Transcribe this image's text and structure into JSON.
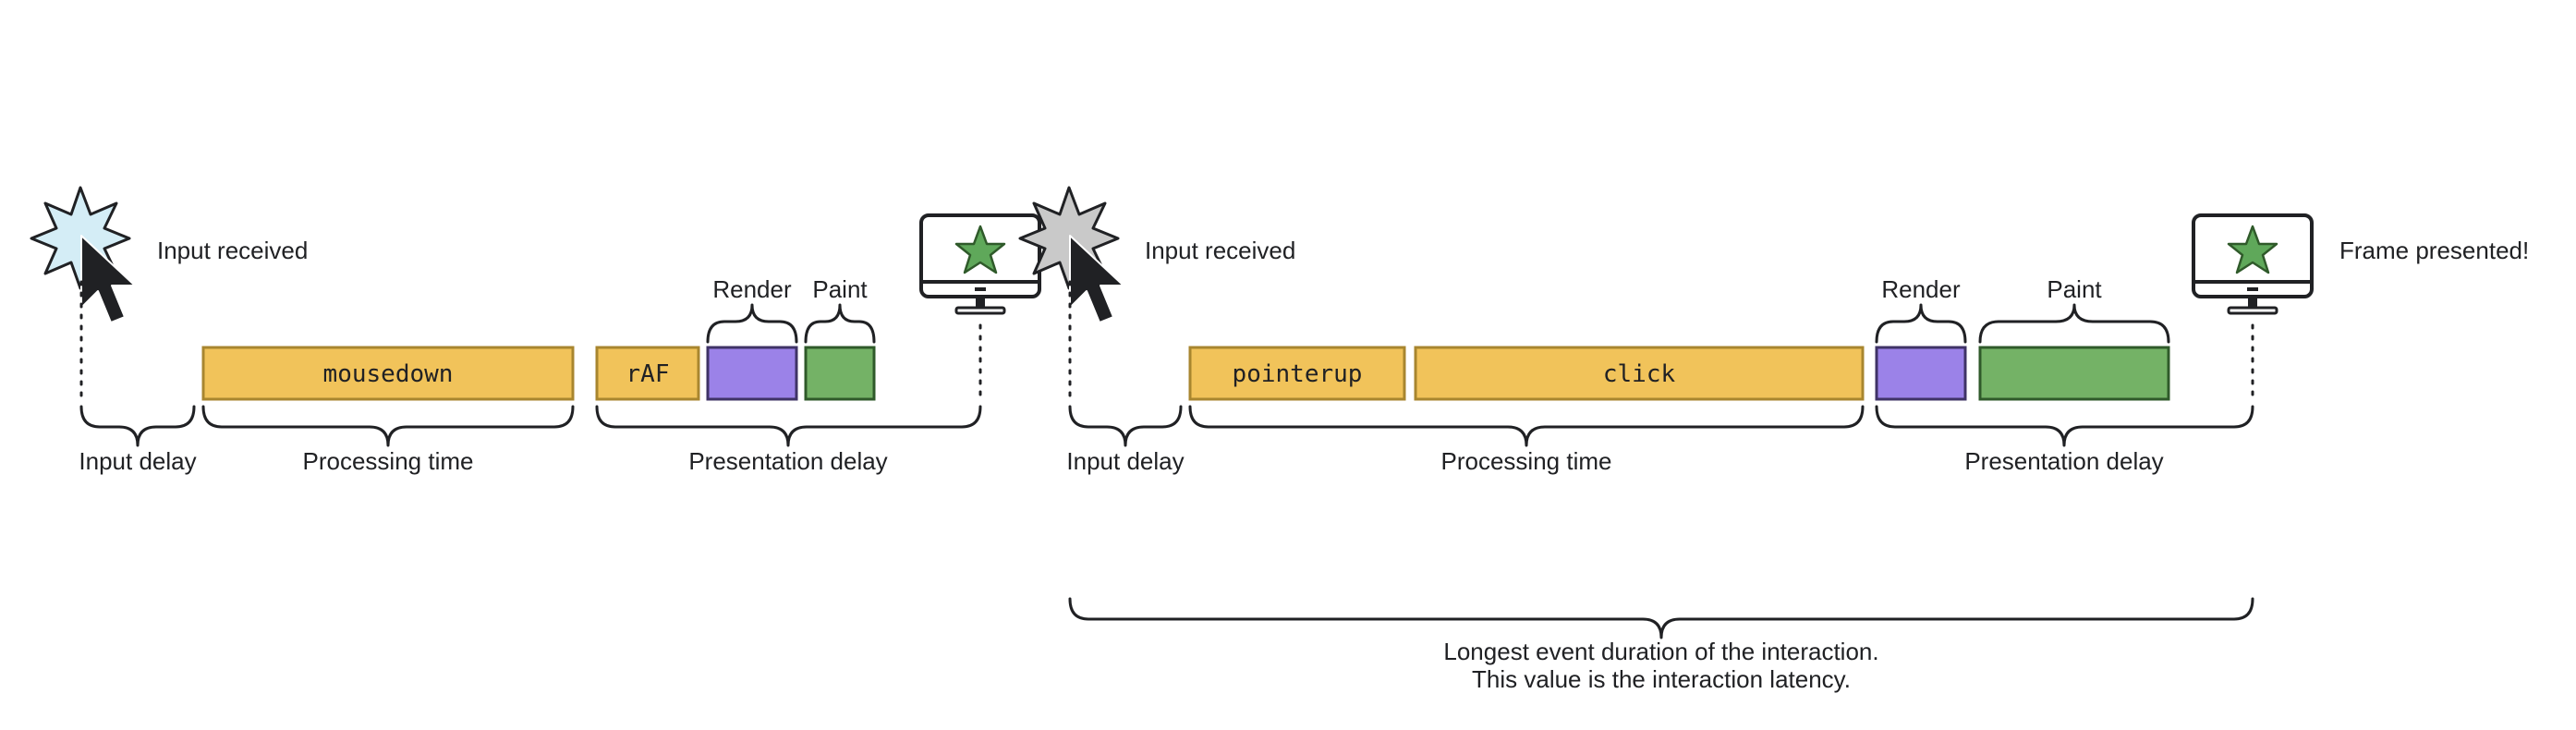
{
  "colors": {
    "script": "#f1c35a",
    "script_stroke": "#a8862f",
    "render": "#9b82e8",
    "render_stroke": "#3f3366",
    "paint": "#74b266",
    "paint_stroke": "#2f5a2a",
    "star_green": "#5fa85a",
    "burst_blue": "#d4edf6",
    "burst_gray": "#c9c9c9",
    "ink": "#202124"
  },
  "first_interaction": {
    "input_label": "Input received",
    "tasks": {
      "mousedown": "mousedown",
      "raf": "rAF"
    },
    "render_label": "Render",
    "paint_label": "Paint",
    "phases": {
      "input_delay": "Input delay",
      "processing_time": "Processing time",
      "presentation_delay": "Presentation delay"
    }
  },
  "second_interaction": {
    "input_label": "Input received",
    "tasks": {
      "pointerup": "pointerup",
      "click": "click"
    },
    "render_label": "Render",
    "paint_label": "Paint",
    "frame_label": "Frame presented!",
    "phases": {
      "input_delay": "Input delay",
      "processing_time": "Processing time",
      "presentation_delay": "Presentation delay"
    }
  },
  "summary": {
    "line1": "Longest event duration of the interaction.",
    "line2": "This value is the interaction latency."
  }
}
